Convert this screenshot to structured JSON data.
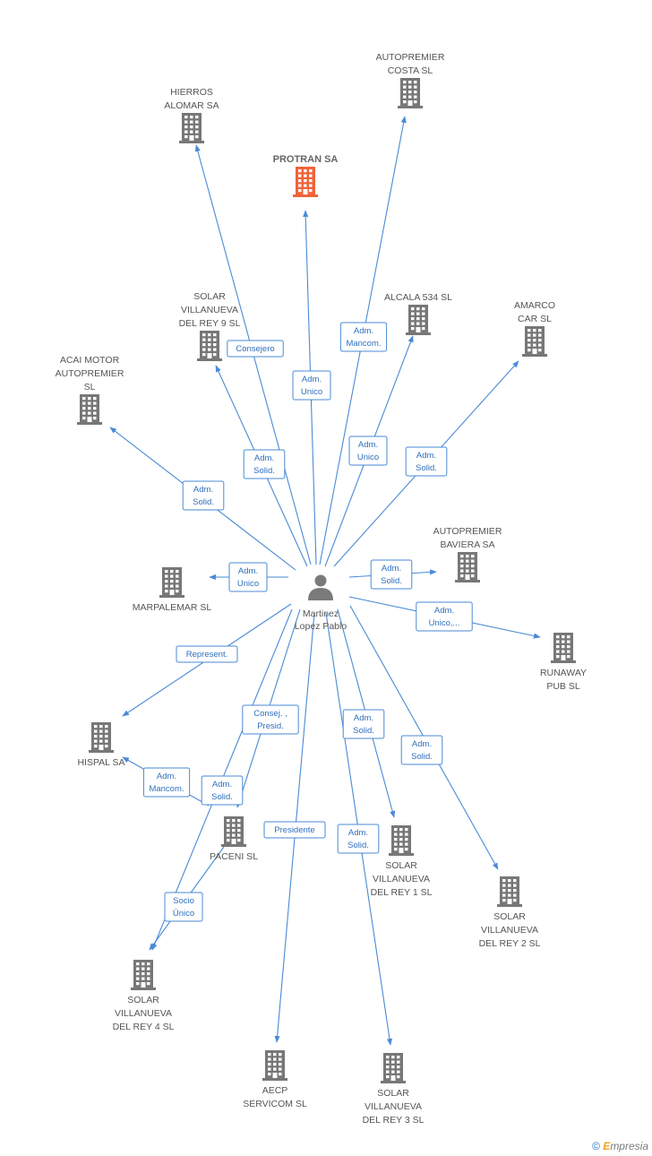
{
  "colors": {
    "edge": "#4a8ad6",
    "building": "#777777",
    "building_highlight": "#f0643a",
    "person": "#7a7a7a"
  },
  "center": {
    "label_lines": [
      "Martinez",
      "Lopez Pablo"
    ],
    "icon": "person-icon"
  },
  "companies": [
    {
      "id": "protran",
      "lines": [
        "PROTRAN SA"
      ],
      "highlight": true
    },
    {
      "id": "hierros",
      "lines": [
        "HIERROS",
        "ALOMAR SA"
      ]
    },
    {
      "id": "autopremier-costa",
      "lines": [
        "AUTOPREMIER",
        "COSTA  SL"
      ]
    },
    {
      "id": "solar9",
      "lines": [
        "SOLAR",
        "VILLANUEVA",
        "DEL REY 9 SL"
      ]
    },
    {
      "id": "alcala",
      "lines": [
        "ALCALA 534 SL"
      ]
    },
    {
      "id": "amarco",
      "lines": [
        "AMARCO",
        "CAR SL"
      ]
    },
    {
      "id": "acai",
      "lines": [
        "ACAI MOTOR",
        "AUTOPREMIER",
        "SL"
      ]
    },
    {
      "id": "baviera",
      "lines": [
        "AUTOPREMIER",
        "BAVIERA SA"
      ]
    },
    {
      "id": "marpalemar",
      "lines": [
        "MARPALEMAR SL"
      ]
    },
    {
      "id": "runaway",
      "lines": [
        "RUNAWAY",
        "PUB  SL"
      ]
    },
    {
      "id": "hispal",
      "lines": [
        "HISPAL SA"
      ]
    },
    {
      "id": "paceni",
      "lines": [
        "PACENI SL"
      ]
    },
    {
      "id": "solar1",
      "lines": [
        "SOLAR",
        "VILLANUEVA",
        "DEL REY 1 SL"
      ]
    },
    {
      "id": "solar2",
      "lines": [
        "SOLAR",
        "VILLANUEVA",
        "DEL REY 2 SL"
      ]
    },
    {
      "id": "solar4",
      "lines": [
        "SOLAR",
        "VILLANUEVA",
        "DEL REY 4 SL"
      ]
    },
    {
      "id": "aecp",
      "lines": [
        "AECP",
        "SERVICOM SL"
      ]
    },
    {
      "id": "solar3",
      "lines": [
        "SOLAR",
        "VILLANUEVA",
        "DEL REY 3 SL"
      ]
    }
  ],
  "relations": [
    {
      "target": "protran",
      "role": [
        "Adm.",
        "Unico"
      ]
    },
    {
      "target": "hierros",
      "role": [
        "Consejero"
      ]
    },
    {
      "target": "autopremier-costa",
      "role": [
        "Adm.",
        "Mancom."
      ]
    },
    {
      "target": "solar9",
      "role": [
        "Adm.",
        "Solid."
      ]
    },
    {
      "target": "alcala",
      "role": [
        "Adm.",
        "Unico"
      ]
    },
    {
      "target": "amarco",
      "role": [
        "Adm.",
        "Solid."
      ]
    },
    {
      "target": "acai",
      "role": [
        "Adm.",
        "Solid."
      ]
    },
    {
      "target": "baviera",
      "role": [
        "Adm.",
        "Solid."
      ]
    },
    {
      "target": "marpalemar",
      "role": [
        "Adm.",
        "Unico"
      ]
    },
    {
      "target": "runaway",
      "role": [
        "Adm.",
        "Unico,..."
      ]
    },
    {
      "target": "hispal",
      "role": [
        "Represent."
      ]
    },
    {
      "target": "paceni",
      "role": [
        "Consej. ,",
        "Presid."
      ]
    },
    {
      "target": "hispal",
      "role": [
        "Adm.",
        "Mancom."
      ],
      "from": "paceni"
    },
    {
      "target": "solar4",
      "role": [
        "Adm.",
        "Solid."
      ]
    },
    {
      "target": "solar4",
      "role": [
        "Socio",
        "Único"
      ],
      "from": "paceni"
    },
    {
      "target": "aecp",
      "role": [
        "Presidente"
      ]
    },
    {
      "target": "solar3",
      "role": [
        "Adm.",
        "Solid."
      ]
    },
    {
      "target": "solar1",
      "role": [
        "Adm.",
        "Solid."
      ]
    },
    {
      "target": "solar2",
      "role": [
        "Adm.",
        "Solid."
      ]
    }
  ],
  "footer": {
    "copyright": "©",
    "brand_initial": "E",
    "brand_rest": "mpresia"
  }
}
